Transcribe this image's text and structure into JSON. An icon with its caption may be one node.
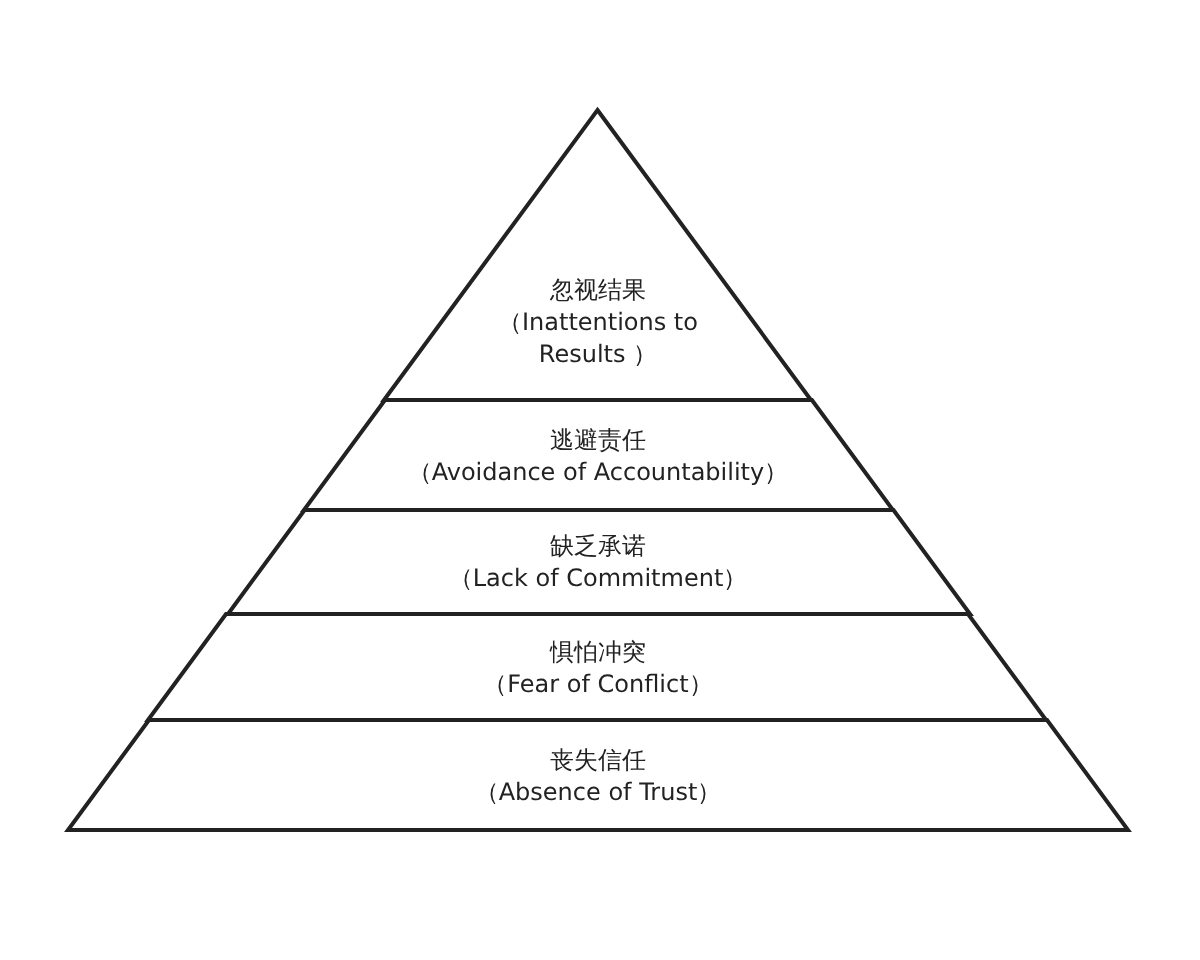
{
  "diagram": {
    "nodes": [
      {
        "text": [
          "忽视结果",
          "（Inattentions to Results ）"
        ]
      },
      {
        "text": [
          "逃避责任",
          "（Avoidance of Accountability）"
        ]
      },
      {
        "text": [
          "缺乏承诺",
          "（Lack of Commitment）"
        ]
      },
      {
        "text": [
          "惧怕冲突",
          "（Fear of Conflict）"
        ]
      },
      {
        "text": [
          "丧失信任",
          "（Absence of Trust）"
        ]
      }
    ]
  }
}
